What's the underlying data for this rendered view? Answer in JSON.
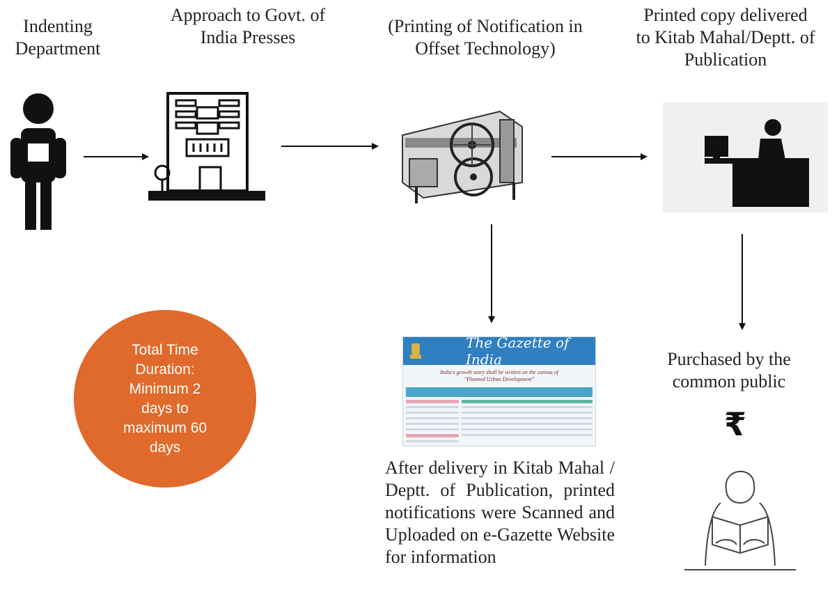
{
  "steps": {
    "indenting": "Indenting\nDepartment",
    "approach": "Approach to Govt. of\nIndia Presses",
    "printing": "(Printing of Notification in\nOffset Technology)",
    "delivered": "Printed copy delivered\nto Kitab Mahal/Deptt. of\nPublication",
    "purchased": "Purchased by the\ncommon public"
  },
  "duration": "Total Time Duration: Minimum 2 days to maximum 60 days",
  "gazette": {
    "title": "The Gazette of India",
    "tagline": "India's growth story shall be written on the canvas of \"Planned Urban Development\""
  },
  "upload_note": "After delivery in Kitab Mahal / Deptt. of Publication, printed notifications were Scanned and Uploaded on e-Gazette Website for information",
  "currency_symbol": "₹",
  "icons": [
    "person-holding-document-icon",
    "building-icon",
    "printing-press-icon",
    "desk-worker-icon",
    "rupee-icon",
    "person-reading-icon"
  ],
  "colors": {
    "circle": "#e06a2b",
    "gazette_header": "#2f7fc1"
  }
}
